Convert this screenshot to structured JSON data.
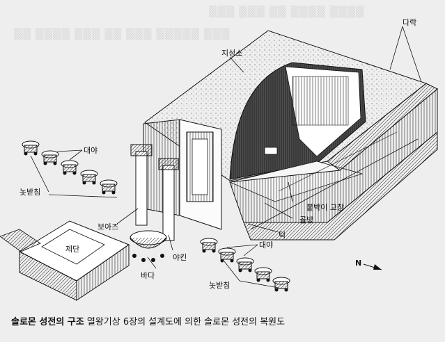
{
  "labels": {
    "darak": "다락",
    "jiseongso": "지성소",
    "daeya_top": "대야",
    "natbatchim_top": "놋받침",
    "boaz": "보아즈",
    "jedan": "제단",
    "bada": "바다",
    "yakin": "야킨",
    "butbagi_gyochang": "붙박이 교창",
    "golbang": "골방",
    "teok": "턱",
    "daeya_bottom": "대야",
    "natbatchim_bottom": "놋받침",
    "north": "N"
  },
  "caption": {
    "title": "솔로몬 성전의 구조",
    "text": " 열왕기상 6장의 설계도에 의한 솔로몬 성전의 복원도"
  },
  "colors": {
    "background": "#efeeee",
    "ink": "#111111",
    "ghost_text": "#d9d7d8"
  }
}
